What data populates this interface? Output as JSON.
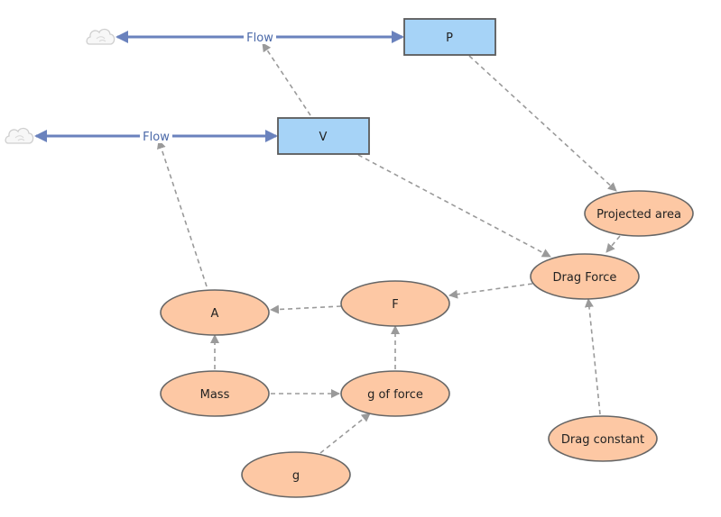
{
  "colors": {
    "stock_fill": "#a6d3f7",
    "stock_stroke": "#5a5a5a",
    "variable_fill": "#fdc8a4",
    "variable_stroke": "#666666",
    "flow_line": "#6a82bd",
    "link_line": "#9a9a9a",
    "cloud": "#cfcfcf"
  },
  "stocks": {
    "p": {
      "label": "P"
    },
    "v": {
      "label": "V"
    }
  },
  "flows": {
    "flow1": {
      "label": "Flow"
    },
    "flow2": {
      "label": "Flow"
    }
  },
  "variables": {
    "projected_area": {
      "label": "Projected area"
    },
    "drag_force": {
      "label": "Drag Force"
    },
    "f": {
      "label": "F"
    },
    "a": {
      "label": "A"
    },
    "mass": {
      "label": "Mass"
    },
    "g_of_force": {
      "label": "g of force"
    },
    "g": {
      "label": "g"
    },
    "drag_constant": {
      "label": "Drag constant"
    }
  },
  "icons": {
    "source_cloud": "cloud-icon"
  }
}
